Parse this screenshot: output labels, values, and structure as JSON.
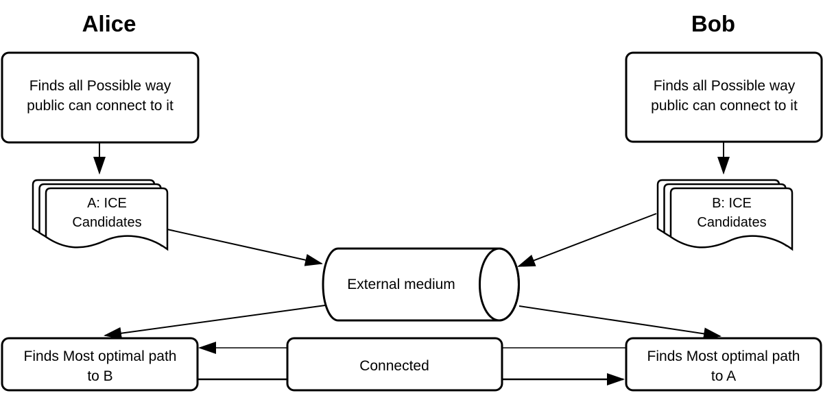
{
  "actors": {
    "alice": "Alice",
    "bob": "Bob"
  },
  "nodes": {
    "alice_process": {
      "line1": "Finds all Possible way",
      "line2": "public can connect to it"
    },
    "bob_process": {
      "line1": "Finds all Possible way",
      "line2": "public can connect to it"
    },
    "alice_candidates": {
      "line1": "A: ICE",
      "line2": "Candidates"
    },
    "bob_candidates": {
      "line1": "B: ICE",
      "line2": "Candidates"
    },
    "external_medium": {
      "label": "External medium"
    },
    "find_path_b": {
      "line1": "Finds Most optimal path",
      "line2": "to B"
    },
    "connected": {
      "label": "Connected"
    },
    "find_path_a": {
      "line1": "Finds Most optimal path",
      "line2": "to A"
    }
  },
  "colors": {
    "stroke": "#000000",
    "shape_fill": "#ffffff",
    "background": "#ffffff"
  }
}
